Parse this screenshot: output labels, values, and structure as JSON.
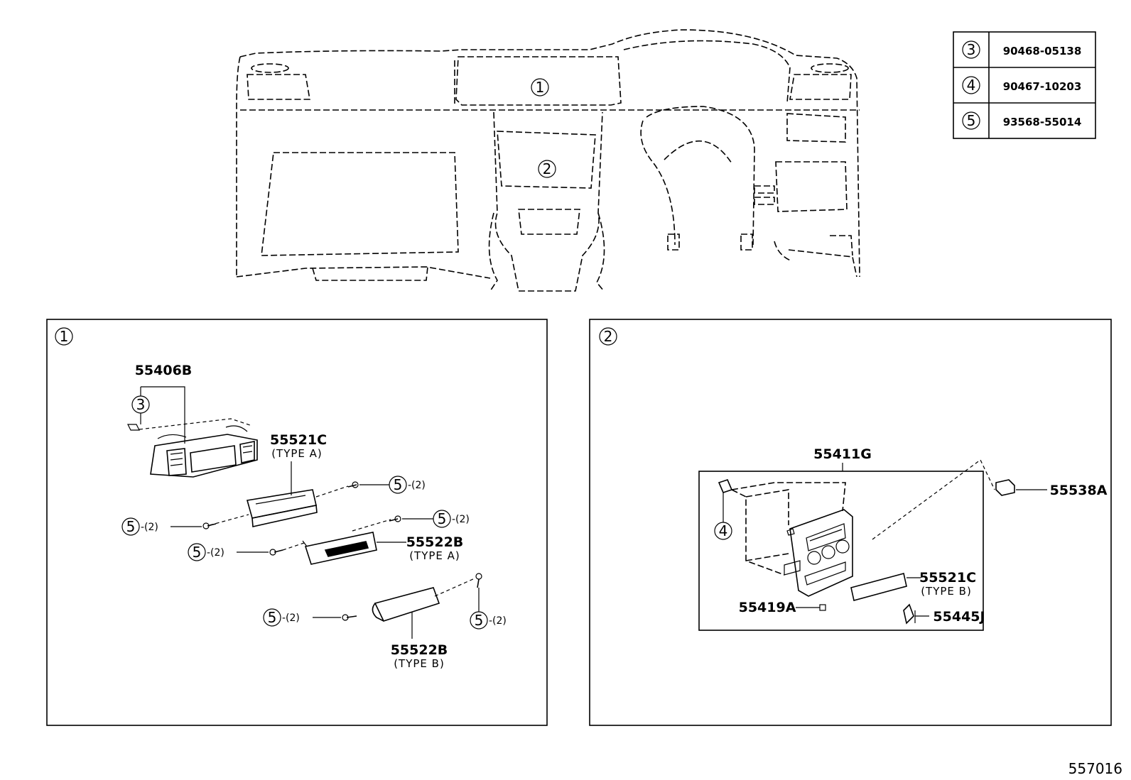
{
  "fastener_table": [
    {
      "ref": "3",
      "part": "90468-05138"
    },
    {
      "ref": "4",
      "part": "90467-10203"
    },
    {
      "ref": "5",
      "part": "93568-55014"
    }
  ],
  "overview": {
    "callout_1": "1",
    "callout_2": "2"
  },
  "panel1": {
    "ref": "1",
    "p55406b": "55406B",
    "p55406b_callout": "3",
    "p55521c": "55521C",
    "p55521c_type": "(TYPE A)",
    "p55522b_a": "55522B",
    "p55522b_a_type": "(TYPE A)",
    "p55522b_b": "55522B",
    "p55522b_b_type": "(TYPE B)",
    "screw_ref": "5",
    "screw_qty": "-(2)"
  },
  "panel2": {
    "ref": "2",
    "p55411g": "55411G",
    "p55538a": "55538A",
    "p55521c": "55521C",
    "p55521c_type": "(TYPE B)",
    "p55419a": "55419A",
    "p55445j": "55445J",
    "clip_callout": "4"
  },
  "footer": {
    "diagram_id": "557016"
  }
}
